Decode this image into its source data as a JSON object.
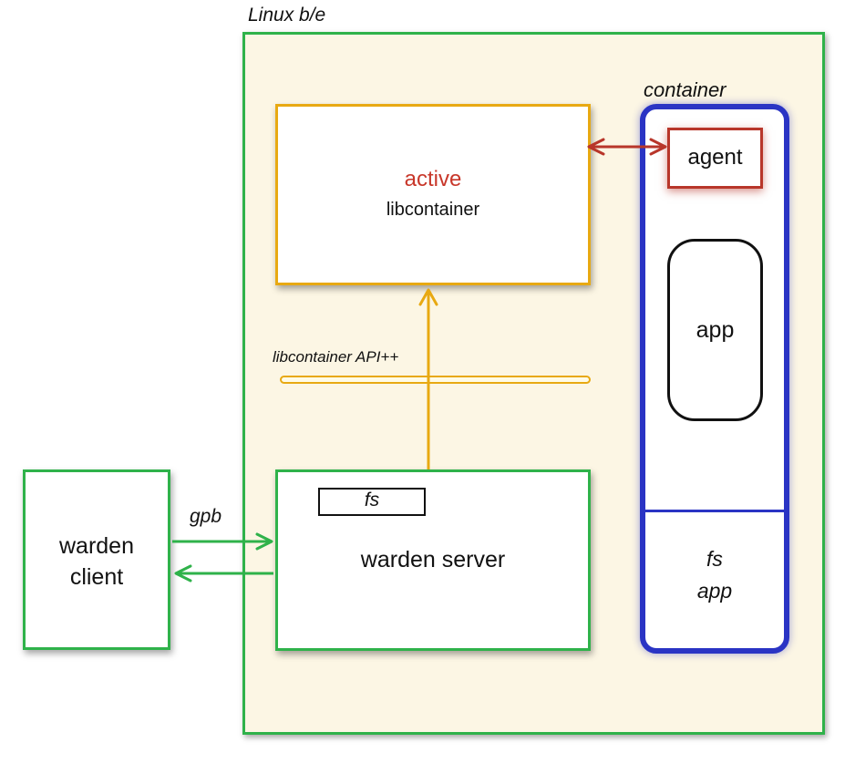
{
  "linux_backend": {
    "label": "Linux b/e"
  },
  "libcontainer_box": {
    "status": "active",
    "name": "libcontainer"
  },
  "api": {
    "label": "libcontainer API++"
  },
  "warden_server": {
    "fs_label": "fs",
    "label": "warden server"
  },
  "warden_client": {
    "line1": "warden",
    "line2": "client"
  },
  "gpb": {
    "label": "gpb"
  },
  "container": {
    "label": "container",
    "agent_label": "agent",
    "app_label": "app",
    "fs_label": "fs",
    "bottom_app_label": "app"
  },
  "colors": {
    "linux_border": "#2fb24a",
    "linux_fill": "#fcf6e4",
    "libcontainer_border": "#e8a912",
    "active_text": "#c8372a",
    "container_border": "#2a34c4",
    "agent_border": "#b8362a",
    "agent_arrow": "#b8362a",
    "client_server_arrows": "#2fb24a",
    "api_arrow": "#e8a912"
  }
}
